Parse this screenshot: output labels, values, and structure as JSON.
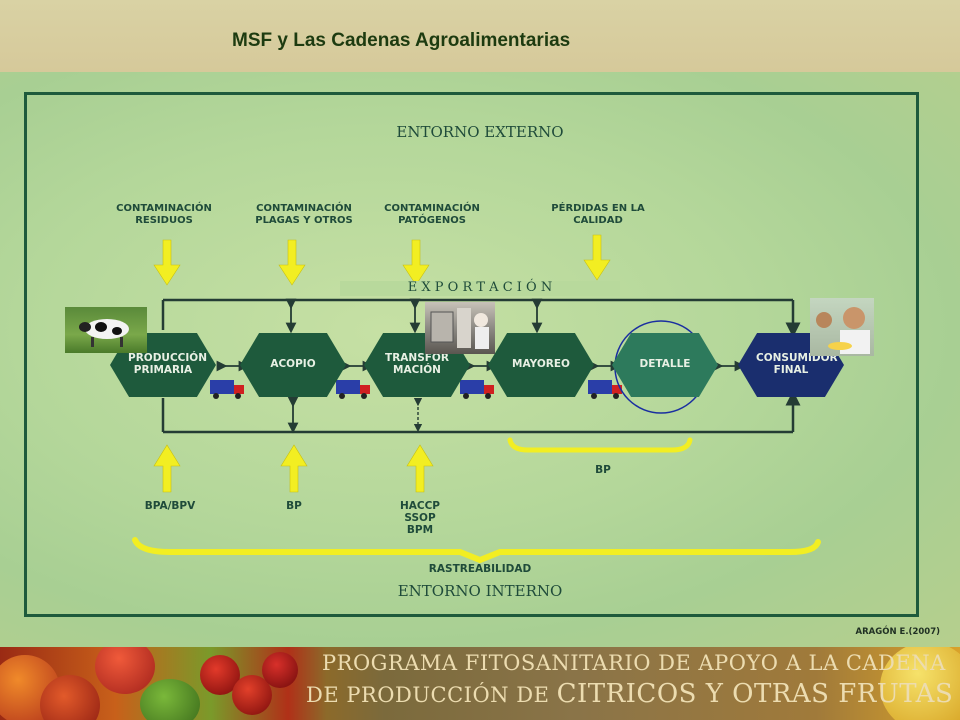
{
  "slide_title": "MSF y Las Cadenas Agroalimentarias",
  "entorno_externo": "ENTORNO EXTERNO",
  "entorno_interno": "ENTORNO INTERNO",
  "exportacion": "E X P O R T A C I Ó N",
  "top_labels": [
    {
      "line1": "CONTAMINACIÓN",
      "line2": "RESIDUOS"
    },
    {
      "line1": "CONTAMINACIÓN",
      "line2": "PLAGAS Y OTROS"
    },
    {
      "line1": "CONTAMINACIÓN",
      "line2": "PATÓGENOS"
    },
    {
      "line1": "PÉRDIDAS EN LA",
      "line2": "CALIDAD"
    }
  ],
  "stages": [
    {
      "line1": "PRODUCCIÓN",
      "line2": "PRIMARIA"
    },
    {
      "line1": "ACOPIO",
      "line2": ""
    },
    {
      "line1": "TRANSFOR",
      "line2": "MACIÓN"
    },
    {
      "line1": "MAYOREO",
      "line2": ""
    },
    {
      "line1": "DETALLE",
      "line2": ""
    },
    {
      "line1": "CONSUMIDOR",
      "line2": "FINAL"
    }
  ],
  "bottom_labels": {
    "bpa": "BPA/BPV",
    "bp1": "BP",
    "haccp": [
      "HACCP",
      "SSOP",
      "BPM"
    ],
    "bp2": "BP",
    "rastreabilidad": "RASTREABILIDAD"
  },
  "credit": "ARAGÓN E.(2007)",
  "footer": {
    "line1": "PROGRAMA  FITOSANITARIO  DE APOYO A LA CADENA",
    "line2_a": "DE PRODUCCIÓN DE ",
    "line2_b": "CITRICOS Y  OTRAS FRUTAS"
  },
  "colors": {
    "stage": "#1e5a3c",
    "consumer": "#1a2e6e",
    "highlight": "#2d7a5c",
    "arrow": "#f2ee22",
    "line": "#243c34"
  }
}
